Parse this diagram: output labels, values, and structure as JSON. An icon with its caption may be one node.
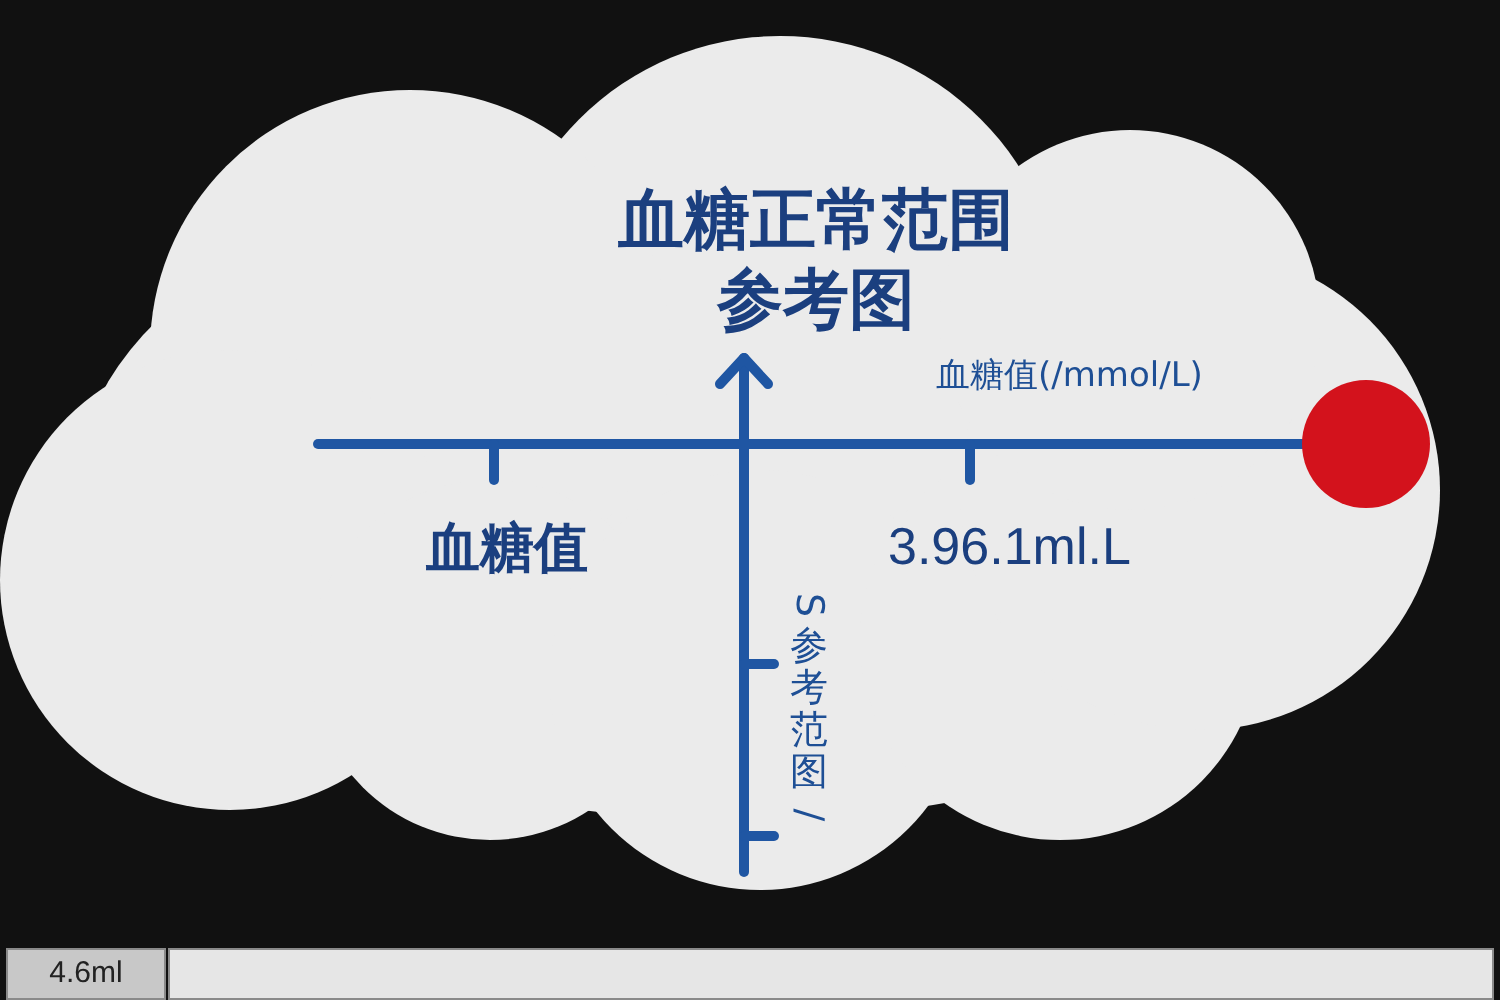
{
  "diagram": {
    "nodes": [
      {
        "text": [
          "血糖正常范围参考图",
          "血糖值(/mmol/L)",
          "血糖值",
          "3.96.1ml.L",
          "S参考范图/"
        ]
      }
    ],
    "labels": [
      "4.6ml"
    ]
  }
}
